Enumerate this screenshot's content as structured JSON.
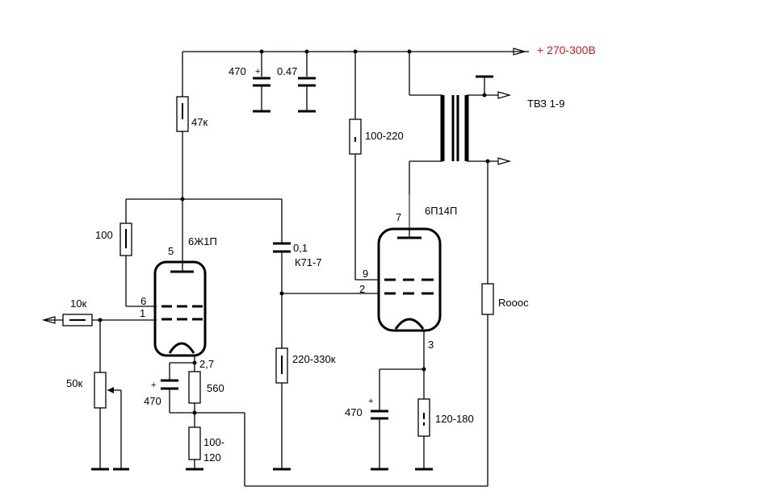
{
  "supply": {
    "label": "+ 270-300В",
    "color": "#d7191c"
  },
  "transformer": {
    "label": "ТВЗ 1-9"
  },
  "tubes": {
    "driver": {
      "name": "6Ж1П",
      "pin_anode": "5",
      "pin_g2": "6",
      "pin_g1": "1",
      "pin_cathode": "2,7"
    },
    "output": {
      "name": "6П14П",
      "pin_anode": "7",
      "pin_g2": "9",
      "pin_g1": "2",
      "pin_cathode": "3"
    }
  },
  "components": {
    "c_supply_electrolytic": "470",
    "c_supply_film": "0.47",
    "r_anode_driver": "47к",
    "r_screen_driver": "100",
    "r_screen_output": "100-220",
    "c_coupling_value": "0,1",
    "c_coupling_type": "К71-7",
    "r_grid_leak": "220-330к",
    "r_input": "10к",
    "pot_volume": "50к",
    "c_cathode_driver": "470",
    "r_cathode_driver": "560",
    "r_cathode_driver_2_line1": "100-",
    "r_cathode_driver_2_line2": "120",
    "c_cathode_output": "470",
    "r_cathode_output": "120-180",
    "r_feedback": "Rooос"
  }
}
